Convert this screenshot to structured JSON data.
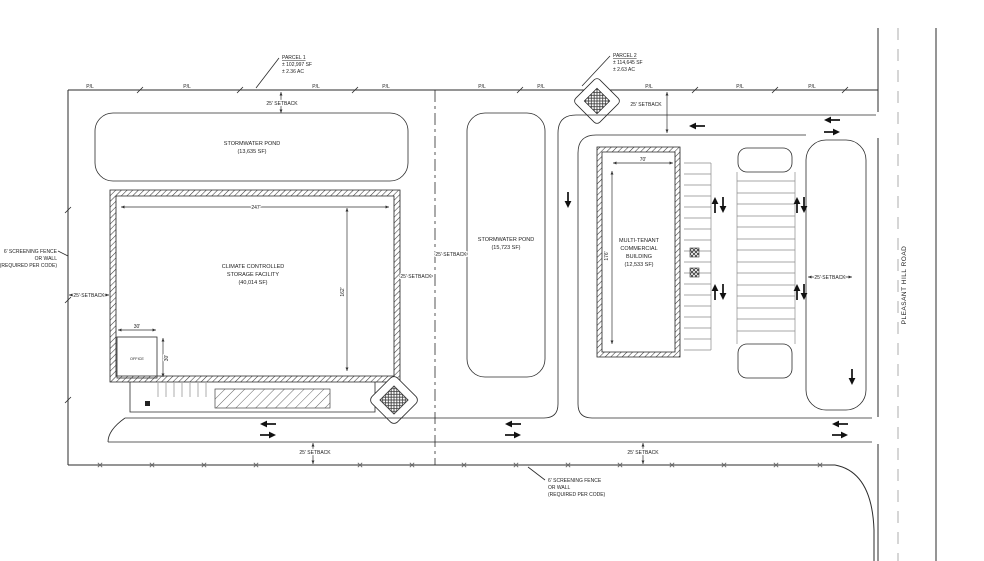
{
  "labels": {
    "pl": "P/L",
    "setback": "25' SETBACK",
    "road_name": "PLEASANT HILL ROAD",
    "office": "OFFICE"
  },
  "parcel1": {
    "name": "PARCEL 1",
    "area_sf": "± 102,997 SF",
    "area_ac": "± 2.36 AC"
  },
  "parcel2": {
    "name": "PARCEL 2",
    "area_sf": "± 114,645 SF",
    "area_ac": "± 2.63 AC"
  },
  "pond_west": {
    "name": "STORMWATER POND",
    "area": "(13,635 SF)"
  },
  "pond_central": {
    "name": "STORMWATER POND",
    "area": "(15,723 SF)"
  },
  "storage_building": {
    "line1": "CLIMATE CONTROLLED",
    "line2": "STORAGE FACILITY",
    "area": "(40,014 SF)",
    "width": "247'",
    "depth": "162'",
    "office_width": "30'",
    "office_depth": "30'"
  },
  "commercial_building": {
    "line1": "MULTI-TENANT",
    "line2": "COMMERCIAL",
    "line3": "BUILDING",
    "area": "(12,533 SF)",
    "width": "70'",
    "depth": "176'"
  },
  "fence_note": {
    "line1": "6' SCREENING FENCE",
    "line2": "OR WALL",
    "line3": "(REQUIRED PER CODE)"
  }
}
